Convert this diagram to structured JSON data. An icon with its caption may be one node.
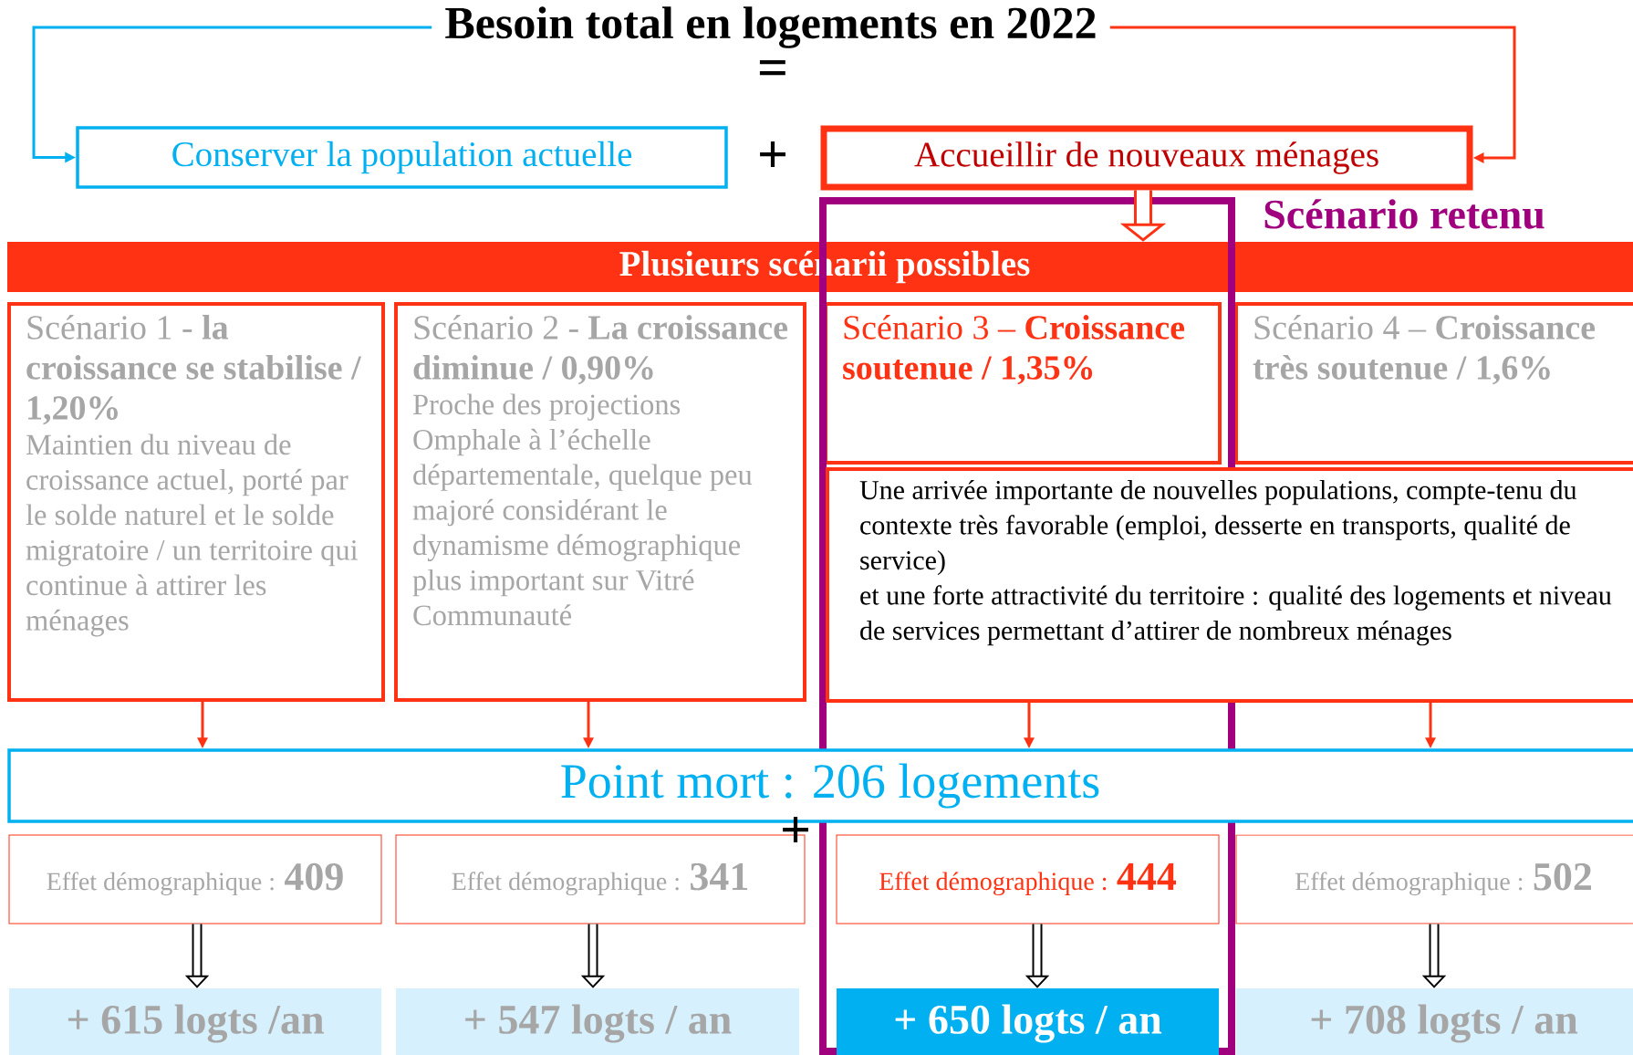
{
  "diagram": {
    "nodes": [
      {
        "text": [
          "Besoin total en logements en 2022"
        ]
      },
      {
        "text": [
          "Conserver la population actuelle"
        ]
      },
      {
        "text": [
          "Accueillir de nouveaux ménages"
        ]
      },
      {
        "text": [
          "Scénario retenu"
        ]
      },
      {
        "text": [
          "Plusieurs scénarii possibles"
        ]
      },
      {
        "text": [
          "Scénario 1 - **la croissance se stabilise / 1,20%**",
          "Maintien du niveau de croissance actuel, porté par le solde naturel et le solde migratoire / un territoire qui continue à attirer les ménages"
        ]
      },
      {
        "text": [
          "Scénario 2  - **La croissance diminue / 0,90%**",
          "Proche des projections Omphale à l’échelle départementale, quelque peu majoré considérant le dynamisme démographique plus important sur Vitré Communauté"
        ]
      },
      {
        "text": [
          "Scénario 3 – **Croissance soutenue / 1,35%**"
        ],
        "in": 3
      },
      {
        "text": [
          "Scénario 4 – **Croissance très soutenue / 1,6%**"
        ]
      },
      {
        "text": [
          "Une arrivée importante de nouvelles populations, compte-tenu du contexte très favorable (emploi, desserte en transports, qualité de service)",
          "et une forte attractivité du territoire : qualité des logements et niveau de services permettant  d’attirer de nombreux ménages"
        ]
      },
      {
        "text": [
          "Point mort : 206 logements"
        ]
      },
      {
        "text": [
          "Effet démographique :",
          "409"
        ]
      },
      {
        "text": [
          "Effet démographique :",
          "341"
        ]
      },
      {
        "text": [
          "Effet démographique :",
          "444"
        ],
        "in": 3
      },
      {
        "text": [
          "Effet démographique :",
          "502"
        ]
      },
      {
        "text": [
          "+ 615 logts /an"
        ]
      },
      {
        "text": [
          "+ 547 logts / an"
        ]
      },
      {
        "text": [
          "+ 650 logts / an"
        ],
        "in": 3
      },
      {
        "text": [
          "+ 708 logts / an"
        ]
      }
    ],
    "edges": [
      {
        "from": 0,
        "to": 1,
        "arrow": "to",
        "color": "#00b0f0"
      },
      {
        "from": 0,
        "to": 2,
        "arrow": "to"
      },
      {
        "from": 2,
        "to": 4,
        "arrow": "to",
        "style": "thick"
      },
      {
        "from": 5,
        "to": 10,
        "arrow": "to"
      },
      {
        "from": 6,
        "to": 10,
        "arrow": "to"
      },
      {
        "from": 9,
        "to": 10,
        "arrow": "to"
      },
      {
        "from": 9,
        "to": 10,
        "arrow": "to"
      },
      {
        "from": 11,
        "to": 15,
        "arrow": "to",
        "style": "thick",
        "color": "#000000"
      },
      {
        "from": 12,
        "to": 16,
        "arrow": "to",
        "style": "thick",
        "color": "#000000"
      },
      {
        "from": 13,
        "to": 17,
        "arrow": "to",
        "style": "thick",
        "color": "#000000"
      },
      {
        "from": 14,
        "to": 18,
        "arrow": "to",
        "style": "thick",
        "color": "#000000"
      }
    ],
    "labels": [
      "=",
      "+",
      "+"
    ]
  }
}
